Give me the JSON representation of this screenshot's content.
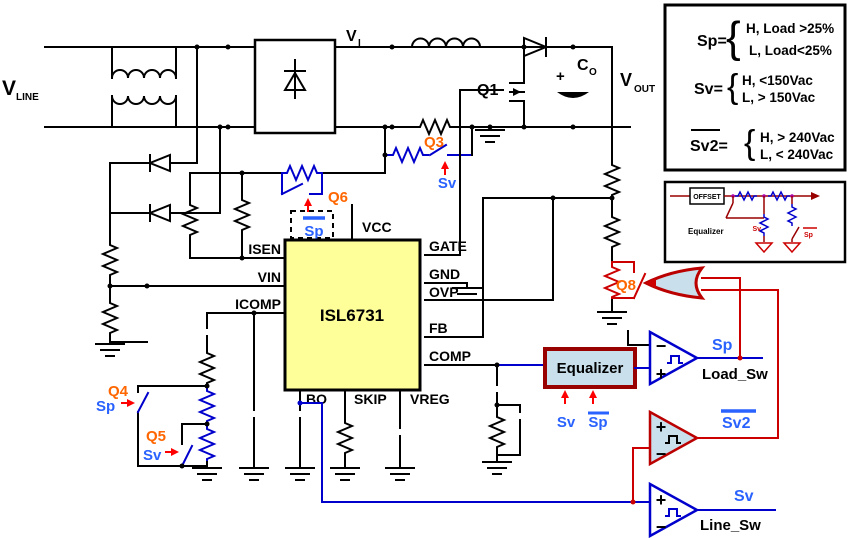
{
  "labels": {
    "v_line_main": "V",
    "v_line_sub": "LINE",
    "v_i_main": "V",
    "v_i_sub": "I",
    "v_out_main": "V",
    "v_out_sub": "OUT",
    "c_o_main": "C",
    "c_o_sub": "O",
    "c_o_plus": "+",
    "q1": "Q1",
    "q3": "Q3",
    "q4": "Q4",
    "q5": "Q5",
    "q6": "Q6",
    "q8": "Q8"
  },
  "signals": {
    "sp": "Sp",
    "sv": "Sv",
    "sv2": "Sv2"
  },
  "outputs": {
    "load_sw": "Load_Sw",
    "line_sw": "Line_Sw"
  },
  "chip": {
    "part": "ISL6731",
    "pins": {
      "left": [
        "ISEN",
        "VIN",
        "ICOMP"
      ],
      "top": [
        "VCC"
      ],
      "right": [
        "GATE",
        "GND",
        "OVP",
        "FB",
        "COMP"
      ],
      "bottom": [
        "BO",
        "SKIP",
        "VREG"
      ]
    }
  },
  "equalizer": {
    "label": "Equalizer"
  },
  "comparator": {
    "plus": "+",
    "minus": "−"
  },
  "legend": {
    "brace": "{",
    "rows": [
      {
        "name": "Sp=",
        "high": "H, Load >25%",
        "low": "L, Load<25%"
      },
      {
        "name": "Sv=",
        "high": "H, <150Vac",
        "low": "L, > 150Vac"
      },
      {
        "name": "Sv2=",
        "high": "H, > 240Vac",
        "low": "L, < 240Vac"
      }
    ]
  },
  "inset": {
    "offset": "OFFSET",
    "label": "Equalizer",
    "sv": "Sv",
    "sp": "Sp"
  },
  "colors": {
    "wire": "#000000",
    "component_blue": "#0000cc",
    "signal_blue": "#2962ff",
    "red": "#cc0000",
    "arrow_red": "#ff0000",
    "orange": "#ff6600",
    "chip_fill": "#ffff99",
    "comparator_fill": "#c9dfeb"
  }
}
